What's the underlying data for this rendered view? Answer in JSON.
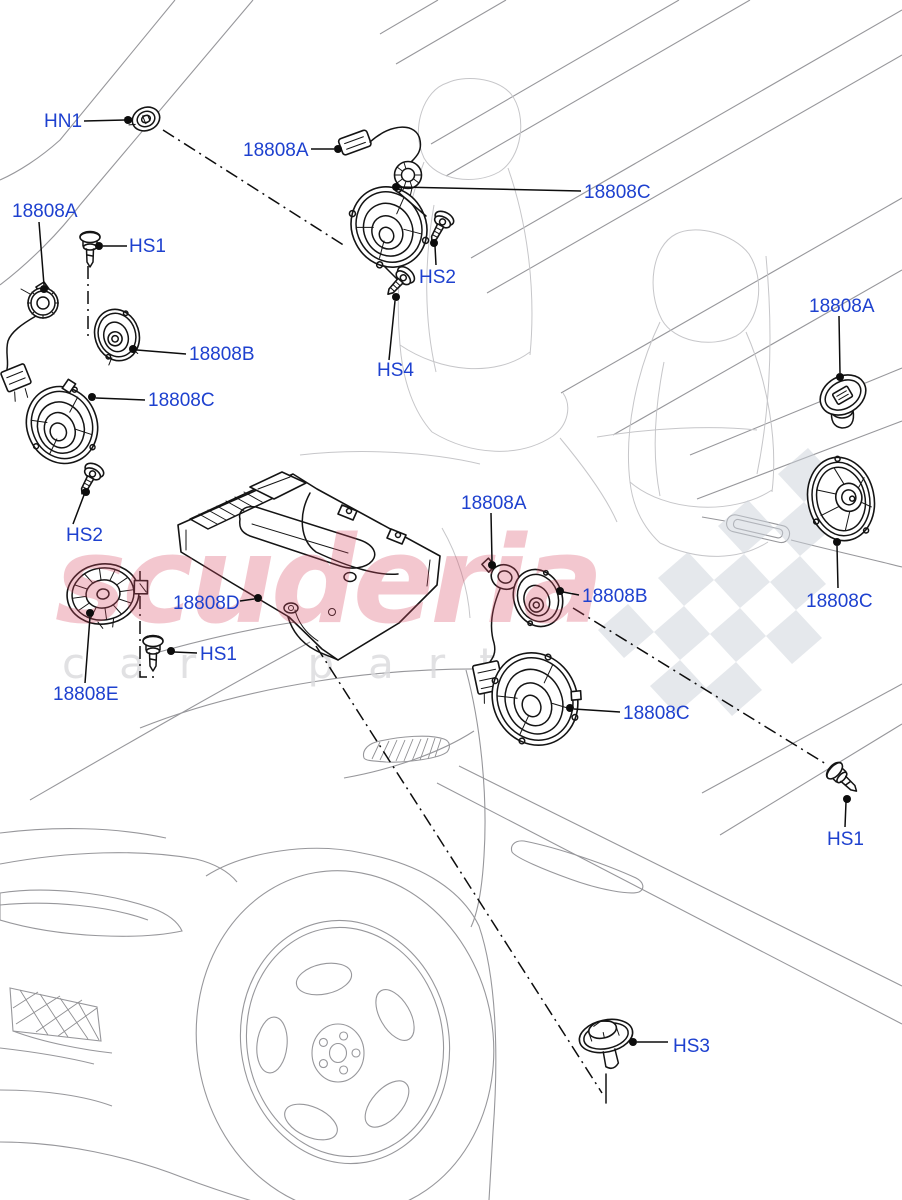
{
  "diagram": {
    "kind": "exploded-parts-diagram",
    "vehicle": "SUV side view line art",
    "colors": {
      "label_blue": "#1e41cf",
      "part_line": "#141414",
      "car_line_grey": "#97979b",
      "watermark_pink": "#d84a63",
      "watermark_grey": "#dadadd",
      "checker_grey": "#ccd1d9"
    }
  },
  "watermark": {
    "brand": "scuderia",
    "tagline": "car parts"
  },
  "callouts": [
    {
      "label": "HN1"
    },
    {
      "label": "18808A"
    },
    {
      "label": "18808C"
    },
    {
      "label": "18808A"
    },
    {
      "label": "HS1"
    },
    {
      "label": "HS2"
    },
    {
      "label": "HS4"
    },
    {
      "label": "18808B"
    },
    {
      "label": "18808C"
    },
    {
      "label": "HS2"
    },
    {
      "label": "18808A"
    },
    {
      "label": "18808C"
    },
    {
      "label": "18808D"
    },
    {
      "label": "18808E"
    },
    {
      "label": "HS1"
    },
    {
      "label": "18808A"
    },
    {
      "label": "18808B"
    },
    {
      "label": "18808C"
    },
    {
      "label": "HS1"
    },
    {
      "label": "HS3"
    }
  ]
}
